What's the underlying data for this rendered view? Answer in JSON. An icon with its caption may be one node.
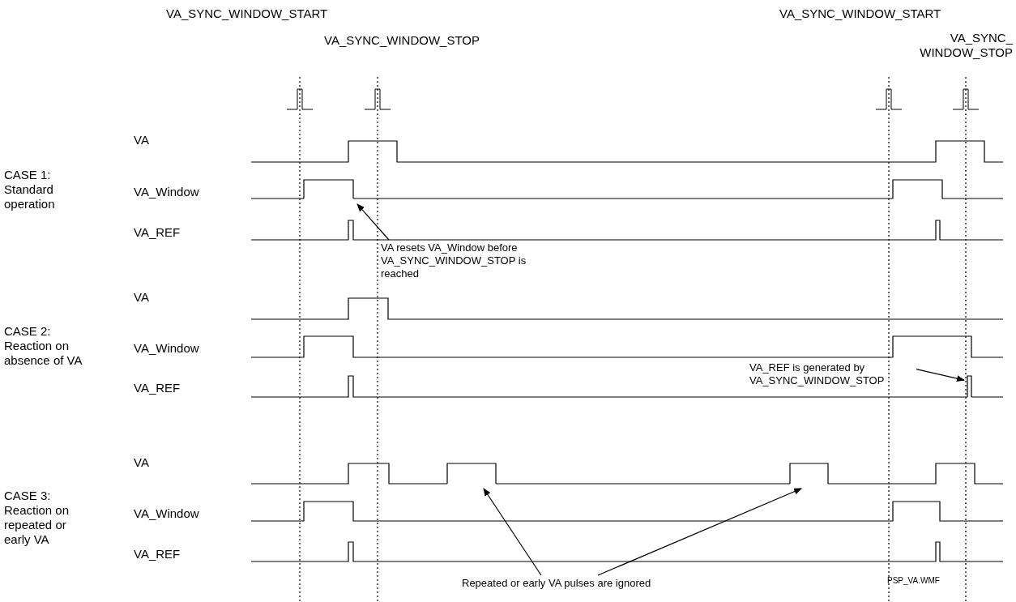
{
  "diagram": {
    "nodes": [
      {
        "text": [
          "VA resets VA_Window before VA_SYNC_WINDOW_STOP is reached"
        ]
      },
      {
        "text": [
          "VA_REF is generated by VA_SYNC_WINDOW_STOP"
        ]
      },
      {
        "text": [
          "Repeated or early VA pulses are ignored"
        ]
      },
      {
        "text": [],
        "shape": "pulse"
      },
      {
        "text": [],
        "shape": "pulse"
      },
      {
        "text": [],
        "shape": "pulse"
      },
      {
        "text": [],
        "shape": "pulse"
      }
    ],
    "edges": [
      {
        "from": 0,
        "to": 3,
        "arrow": "to"
      },
      {
        "from": 1,
        "to": 4,
        "arrow": "to"
      },
      {
        "from": 2,
        "to": 5,
        "arrow": "to"
      },
      {
        "from": 2,
        "to": 6,
        "arrow": "to"
      }
    ],
    "labels": [
      "VA_SYNC_WINDOW_START",
      "VA_SYNC_WINDOW_START",
      "VA_SYNC_WINDOW_STOP",
      "VA_SYNC_ WINDOW_STOP",
      "VA",
      "CASE 1: Standard operation",
      "VA_Window",
      "VA_REF",
      "VA",
      "CASE 2: Reaction on absence of VA",
      "VA_Window",
      "VA_REF",
      "VA",
      "CASE 3: Reaction on repeated or early VA",
      "VA_Window",
      "VA_REF",
      "PSP_VA.WMF"
    ]
  }
}
